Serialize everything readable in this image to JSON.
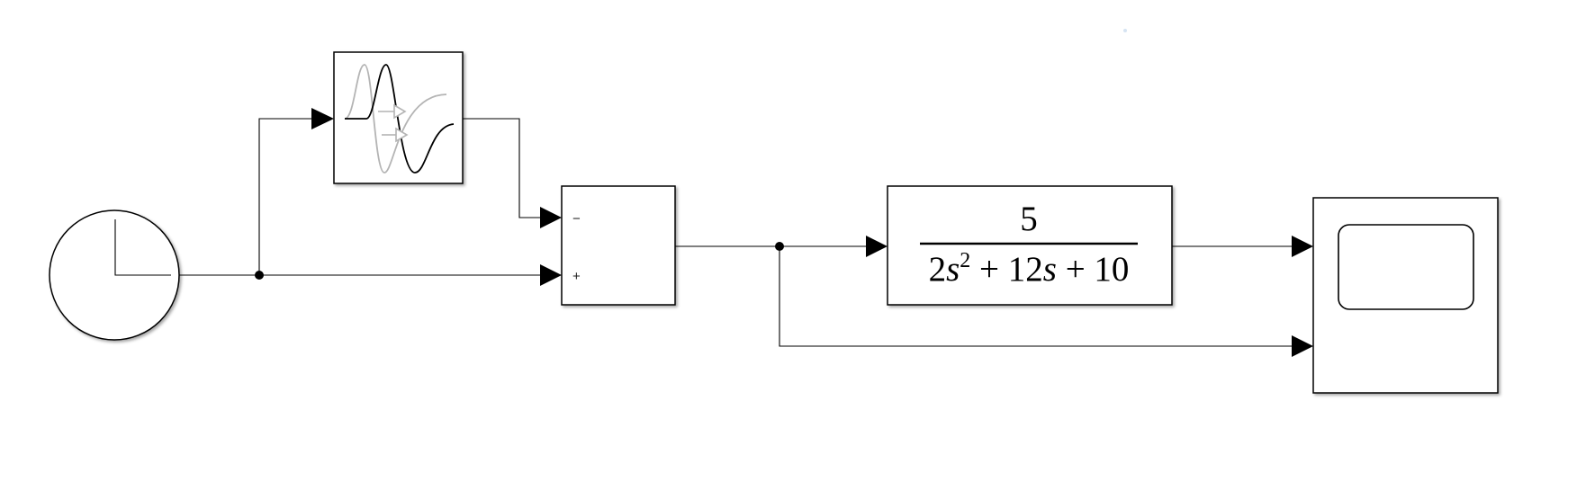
{
  "blocks": {
    "clock": {
      "icon": "clock-icon"
    },
    "transport_delay": {
      "icon": "transport-delay-wave-icon"
    },
    "sum": {
      "signs": [
        "−",
        "+"
      ]
    },
    "transfer_function": {
      "numerator": "5",
      "den_coef_2": "2",
      "den_var": "s",
      "den_exp": "2",
      "den_plus_1": " + 12",
      "den_var_2": "s",
      "den_plus_2": " + 10"
    },
    "scope": {
      "icon": "scope-screen-icon"
    }
  },
  "colors": {
    "line": "#000000",
    "block_fill": "#ffffff",
    "ghost_wave": "#b4b4b4"
  }
}
